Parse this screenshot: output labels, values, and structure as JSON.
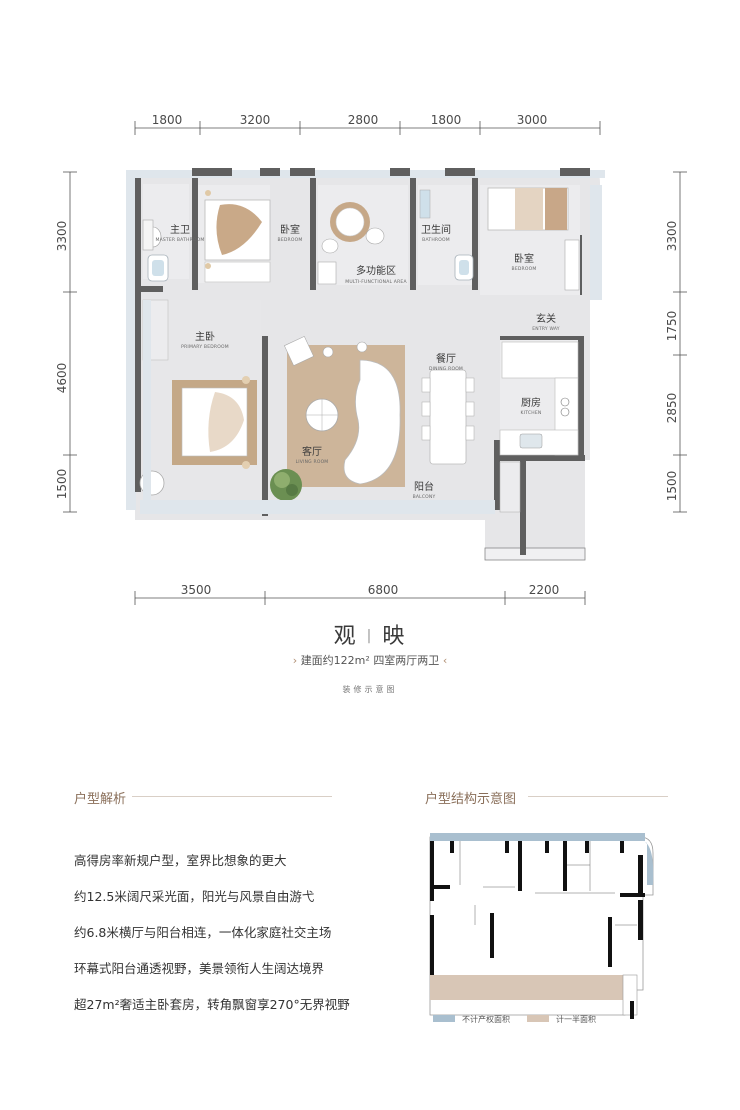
{
  "dimensions": {
    "top": [
      "1800",
      "3200",
      "2800",
      "1800",
      "3000"
    ],
    "bottom": [
      "3500",
      "6800",
      "2200"
    ],
    "left": [
      "3300",
      "4600",
      "1500"
    ],
    "right": [
      "3300",
      "1750",
      "2850",
      "1500"
    ]
  },
  "rooms": [
    {
      "cn": "主卫",
      "en": "MASTER BATHROOM"
    },
    {
      "cn": "卧室",
      "en": "BEDROOM"
    },
    {
      "cn": "多功能区",
      "en": "MULTI-FUNCTIONAL AREA"
    },
    {
      "cn": "卫生间",
      "en": "BATHROOM"
    },
    {
      "cn": "卧室",
      "en": "BEDROOM"
    },
    {
      "cn": "玄关",
      "en": "ENTRY WAY"
    },
    {
      "cn": "主卧",
      "en": "PRIMARY BEDROOM"
    },
    {
      "cn": "餐厅",
      "en": "DINING ROOM"
    },
    {
      "cn": "厨房",
      "en": "KITCHEN"
    },
    {
      "cn": "客厅",
      "en": "LIVING ROOM"
    },
    {
      "cn": "阳台",
      "en": "BALCONY"
    }
  ],
  "title": {
    "name_left": "观",
    "name_sep": "|",
    "name_right": "映",
    "sub_prefix": "›",
    "area": "建面约122m²",
    "layout": "四室两厅两卫",
    "sub_suffix": "‹",
    "note": "装修示意图"
  },
  "analysis": {
    "heading": "户型解析",
    "features": [
      "高得房率新规户型，室界比想象的更大",
      "约12.5米阔尺采光面，阳光与风景自由游弋",
      "约6.8米横厅与阳台相连，一体化家庭社交主场",
      "环幕式阳台通透视野，美景领衔人生阔达境界",
      "超27m²奢适主卧套房，转角飘窗享270°无界视野"
    ]
  },
  "structure": {
    "heading": "户型结构示意图",
    "legend": [
      {
        "label": "不计产权面积",
        "color": "#a9bfcf"
      },
      {
        "label": "计一半面积",
        "color": "#d8c6b6"
      }
    ]
  },
  "colors": {
    "wall": "#5f5f5f",
    "floor": "#e8e8ea",
    "accent": "#b08f73",
    "glass": "#c7d3de"
  }
}
